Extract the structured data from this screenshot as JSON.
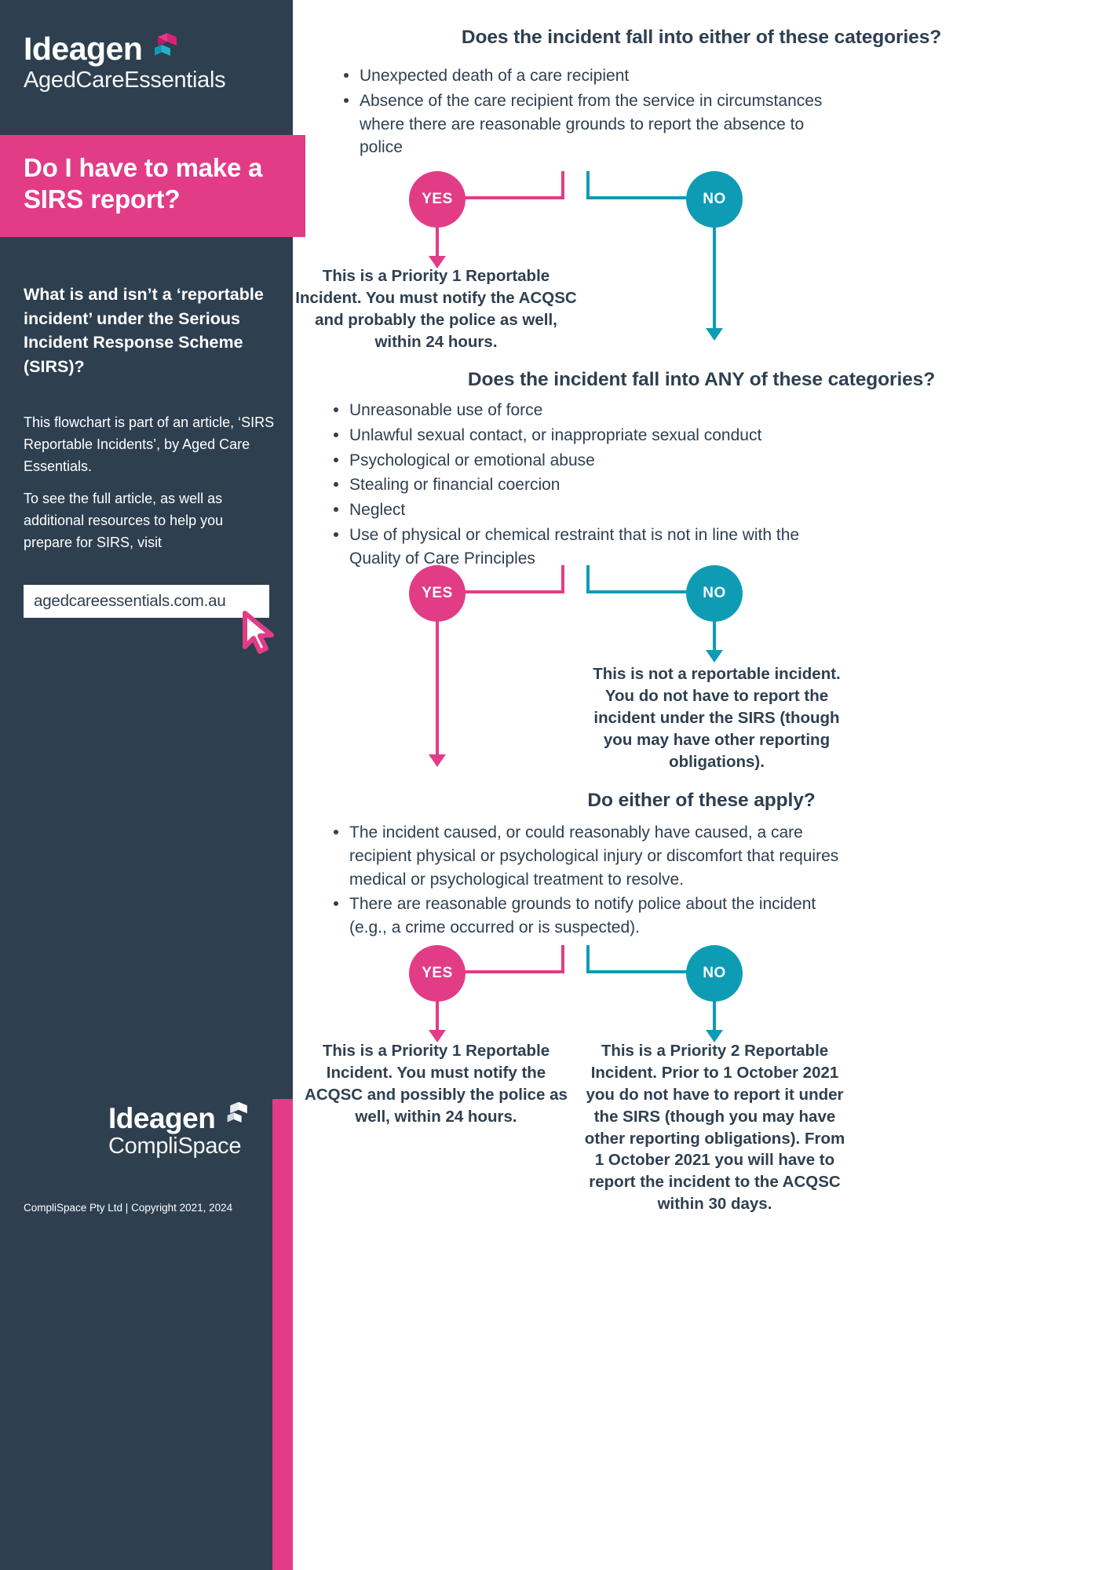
{
  "colors": {
    "dark": "#2E3F50",
    "pink": "#E23C87",
    "teal": "#0E9CB5",
    "white": "#FFFFFF"
  },
  "sidebar": {
    "logo_top": {
      "brand": "Ideagen",
      "product": "AgedCareEssentials"
    },
    "title": "Do I have to make a SIRS report?",
    "heading": "What is and isn’t a ‘reportable incident’ under the Serious Incident Response Scheme (SIRS)?",
    "paragraph_1": "This flowchart is part of an article, ‘SIRS Reportable Incidents’, by Aged Care Essentials.",
    "paragraph_2": "To see the full article, as well as additional resources to help you prepare for SIRS, visit",
    "url": "agedcareessentials.com.au",
    "logo_bottom": {
      "brand": "Ideagen",
      "product": "CompliSpace"
    },
    "copyright": "CompliSpace Pty Ltd | Copyright 2021, 2024"
  },
  "flow": {
    "yes_label": "YES",
    "no_label": "NO",
    "sections": [
      {
        "question": "Does the incident fall into either of these categories?",
        "bullets": [
          "Unexpected death of a care recipient",
          "Absence of the care recipient from the service in circumstances where there are reasonable grounds to report the absence to police"
        ],
        "yes_result": "This is a Priority 1 Reportable Incident. You must notify the ACQSC and probably the police as well, within 24 hours.",
        "no_result": ""
      },
      {
        "question": "Does the incident fall into ANY of these categories?",
        "bullets": [
          "Unreasonable use of force",
          "Unlawful sexual contact, or inappropriate sexual conduct",
          "Psychological or emotional abuse",
          "Stealing or financial coercion",
          "Neglect",
          "Use of physical or chemical restraint that is not in line with the Quality of Care Principles"
        ],
        "yes_result": "",
        "no_result": "This is not a reportable incident. You do not have to report the incident under the SIRS (though you may have other reporting obligations)."
      },
      {
        "question": "Do either of these apply?",
        "bullets": [
          "The incident caused, or could reasonably have caused, a care recipient physical or psychological injury or discomfort that requires medical or psychological treatment to resolve.",
          "There are reasonable grounds to notify police about the incident (e.g., a crime occurred or is suspected)."
        ],
        "yes_result": "This is a Priority 1 Reportable Incident. You must notify the ACQSC and possibly the police as well, within 24 hours.",
        "no_result": "This is a Priority 2 Reportable Incident. Prior to 1 October 2021 you do not have to report it under the SIRS (though you may have other reporting obligations). From 1 October 2021 you will have to report the incident to the ACQSC within 30 days."
      }
    ]
  }
}
